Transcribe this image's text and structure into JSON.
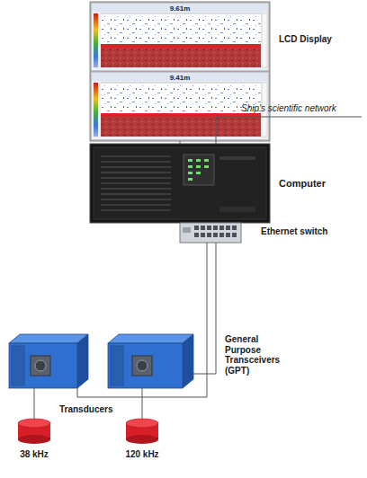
{
  "diagram": {
    "nodes": [
      {
        "text": [
          "9.61m",
          "9.41m",
          "LCD Display"
        ]
      },
      {
        "text": [
          "Computer"
        ]
      },
      {
        "text": [
          "Ethernet switch"
        ]
      },
      {
        "text": []
      },
      {
        "text": [
          "General Purpose Transceivers (GPT)"
        ]
      },
      {
        "text": [
          "38 kHz"
        ]
      },
      {
        "text": [
          "120 kHz"
        ]
      }
    ],
    "edges": [
      {
        "from": 0,
        "to": 1,
        "arrow": "none"
      },
      {
        "from": 1,
        "to": 2,
        "arrow": "none"
      },
      {
        "from": 2,
        "to": 3,
        "arrow": "none"
      },
      {
        "from": 2,
        "to": 4,
        "arrow": "none"
      },
      {
        "from": 3,
        "to": 5,
        "arrow": "none"
      },
      {
        "from": 4,
        "to": 6,
        "arrow": "none"
      }
    ],
    "labels": [
      "Ship's scientific network",
      "Transducers"
    ]
  }
}
